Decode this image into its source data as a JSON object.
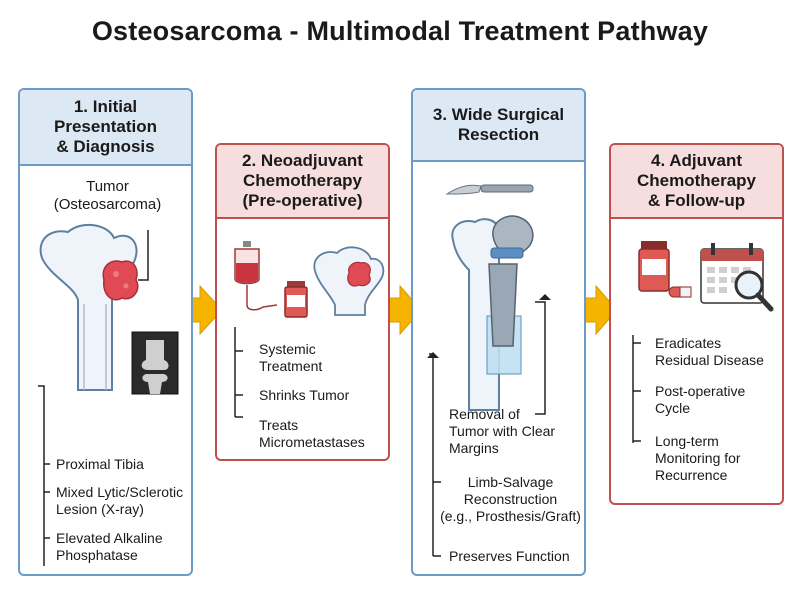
{
  "title": "Osteosarcoma - Multimodal Treatment Pathway",
  "colors": {
    "blue_border": "#6b9bc7",
    "blue_header": "#dce9f5",
    "red_border": "#c0504d",
    "red_header": "#f7dede",
    "arrow": "#f5b400",
    "tumor": "#e04a55"
  },
  "steps": [
    {
      "header": "1. Initial\nPresentation\n& Diagnosis",
      "callout": "Tumor\n(Osteosarcoma)",
      "items": [
        "Proximal Tibia",
        "Mixed Lytic/Sclerotic\nLesion (X-ray)",
        "Elevated Alkaline\nPhosphatase"
      ]
    },
    {
      "header": "2. Neoadjuvant\nChemotherapy\n(Pre-operative)",
      "items": [
        "Systemic\nTreatment",
        "Shrinks Tumor",
        "Treats\nMicrometastases"
      ]
    },
    {
      "header": "3. Wide Surgical\nResection",
      "items": [
        "Removal of\nTumor with Clear\nMargins",
        "Limb-Salvage\nReconstruction\n(e.g., Prosthesis/Graft)",
        "Preserves Function"
      ]
    },
    {
      "header": "4. Adjuvant\nChemotherapy\n& Follow-up",
      "items": [
        "Eradicates\nResidual Disease",
        "Post-operative\nCycle",
        "Long-term\nMonitoring for\nRecurrence"
      ]
    }
  ]
}
